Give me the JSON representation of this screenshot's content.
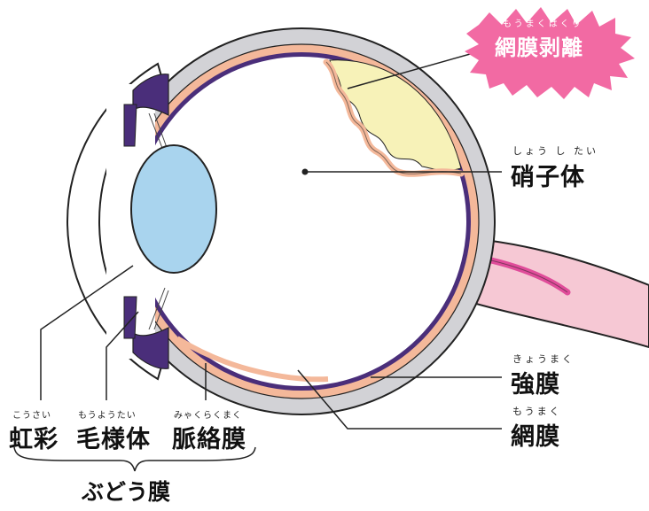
{
  "labels": {
    "detachment": {
      "text": "網膜剥離",
      "ruby": "もうまくはくり"
    },
    "vitreous": {
      "text": "硝子体",
      "ruby": "しょう し たい"
    },
    "sclera": {
      "text": "強膜",
      "ruby": "きょうまく"
    },
    "retina": {
      "text": "網膜",
      "ruby": "もうまく"
    },
    "iris": {
      "text": "虹彩",
      "ruby": "こうさい"
    },
    "ciliary": {
      "text": "毛様体",
      "ruby": "もうようたい"
    },
    "choroid": {
      "text": "脈絡膜",
      "ruby": "みゃくらくまく"
    },
    "uvea": {
      "text": "ぶどう膜"
    }
  },
  "colors": {
    "sclera": "#d2d2d6",
    "choroid": "#f4b89a",
    "retina": "#4a2e7a",
    "lens": "#a9d4ee",
    "detached_area": "#f7f2b8",
    "optic_nerve": "#f6c8d4",
    "optic_vessel": "#e04c9a",
    "burst": "#f26aa3",
    "outline": "#222222"
  }
}
